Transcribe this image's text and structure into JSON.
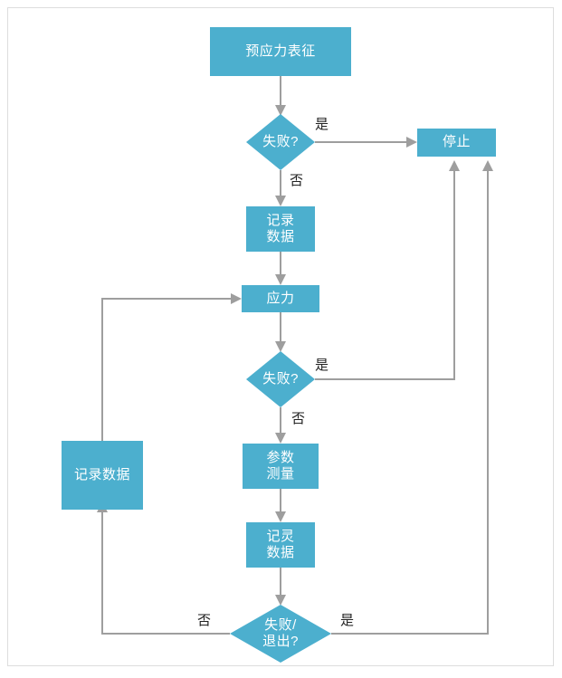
{
  "diagram": {
    "title": "",
    "colors": {
      "node_fill": "#4CAFCE",
      "node_text": "#FFFFFF",
      "edge": "#9E9E9E",
      "label_text": "#222222",
      "page_border": "#DDDDDD",
      "page_background": "#FFFFFF"
    },
    "nodes": [
      {
        "id": "prestress",
        "shape": "rect",
        "label": "预应力表征"
      },
      {
        "id": "fail1",
        "shape": "diamond",
        "label": "失败?"
      },
      {
        "id": "stop",
        "shape": "rect",
        "label": "停止"
      },
      {
        "id": "record1",
        "shape": "rect",
        "label": "记录\n数据"
      },
      {
        "id": "stress",
        "shape": "rect",
        "label": "应力"
      },
      {
        "id": "fail2",
        "shape": "diamond",
        "label": "失败?"
      },
      {
        "id": "param",
        "shape": "rect",
        "label": "参数\n测量"
      },
      {
        "id": "record2",
        "shape": "rect",
        "label": "记灵\n数据"
      },
      {
        "id": "failexit",
        "shape": "diamond",
        "label": "失败/\n退出?"
      },
      {
        "id": "record_left",
        "shape": "rect",
        "label": "记录数据"
      }
    ],
    "edge_labels": {
      "fail1_yes": "是",
      "fail1_no": "否",
      "fail2_yes": "是",
      "fail2_no": "否",
      "failexit_yes": "是",
      "failexit_no": "否"
    }
  }
}
